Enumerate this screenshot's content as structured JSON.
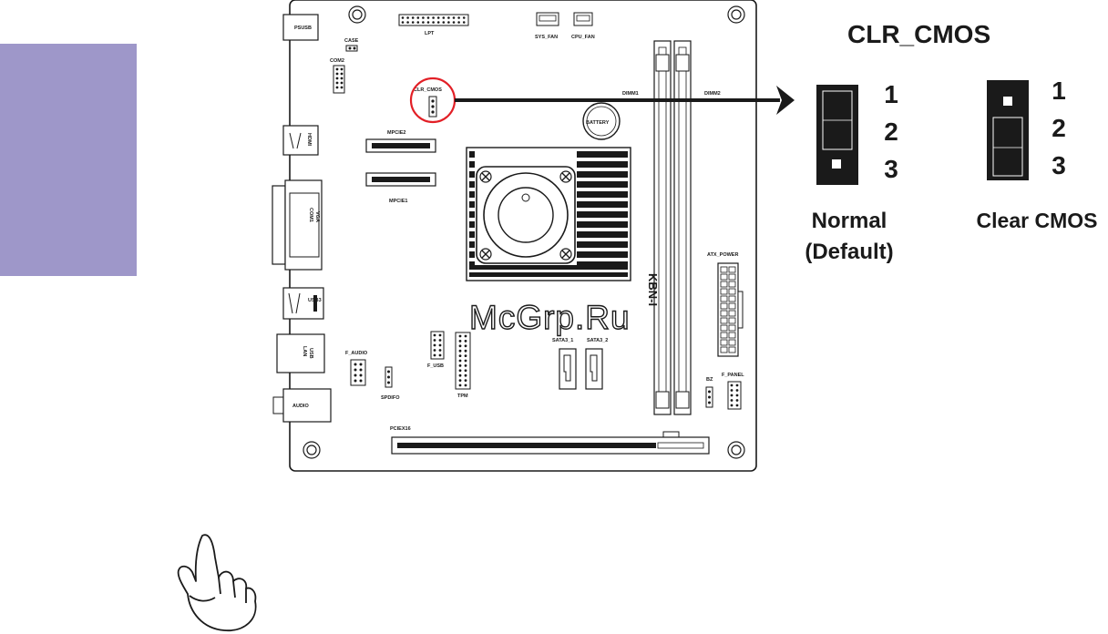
{
  "side_tab": {
    "color": "#9e97c9"
  },
  "diagram": {
    "title": "CLR_CMOS",
    "highlight_color": "#e21f26",
    "board": {
      "model": "KBN-I",
      "labels": {
        "psusb": "PSUSB",
        "case": "CASE",
        "com2": "COM2",
        "lpt": "LPT",
        "sys_fan": "SYS_FAN",
        "cpu_fan": "CPU_FAN",
        "clr_cmos": "CLR_CMOS",
        "dimm1": "DIMM1",
        "dimm2": "DIMM2",
        "battery": "BATTERY",
        "hdmi": "HDMI",
        "mpcie2": "MPCIE2",
        "mpcie1": "MPCIE1",
        "com1_vga_1": "COM1",
        "com1_vga_2": "VGA",
        "atx_power": "ATX_POWER",
        "usb3": "USB3",
        "lan_usb_1": "LAN",
        "lan_usb_2": "USB",
        "f_audio": "F_AUDIO",
        "f_usb": "F_USB",
        "sata3_1": "SATA3_1",
        "sata3_2": "SATA3_2",
        "bz": "BZ",
        "f_panel": "F_PANEL",
        "spdifo": "SPDIFO",
        "tpm": "TPM",
        "audio": "AUDIO",
        "pciex16": "PCIEX16"
      }
    },
    "jumpers": [
      {
        "name": "Normal",
        "subname": "(Default)",
        "pins": [
          "1",
          "2",
          "3"
        ],
        "shorted_pins": "1-2"
      },
      {
        "name": "Clear CMOS",
        "subname": "",
        "pins": [
          "1",
          "2",
          "3"
        ],
        "shorted_pins": "2-3"
      }
    ]
  },
  "watermark": "McGrp.Ru",
  "note_icon": "pointing-hand-icon"
}
